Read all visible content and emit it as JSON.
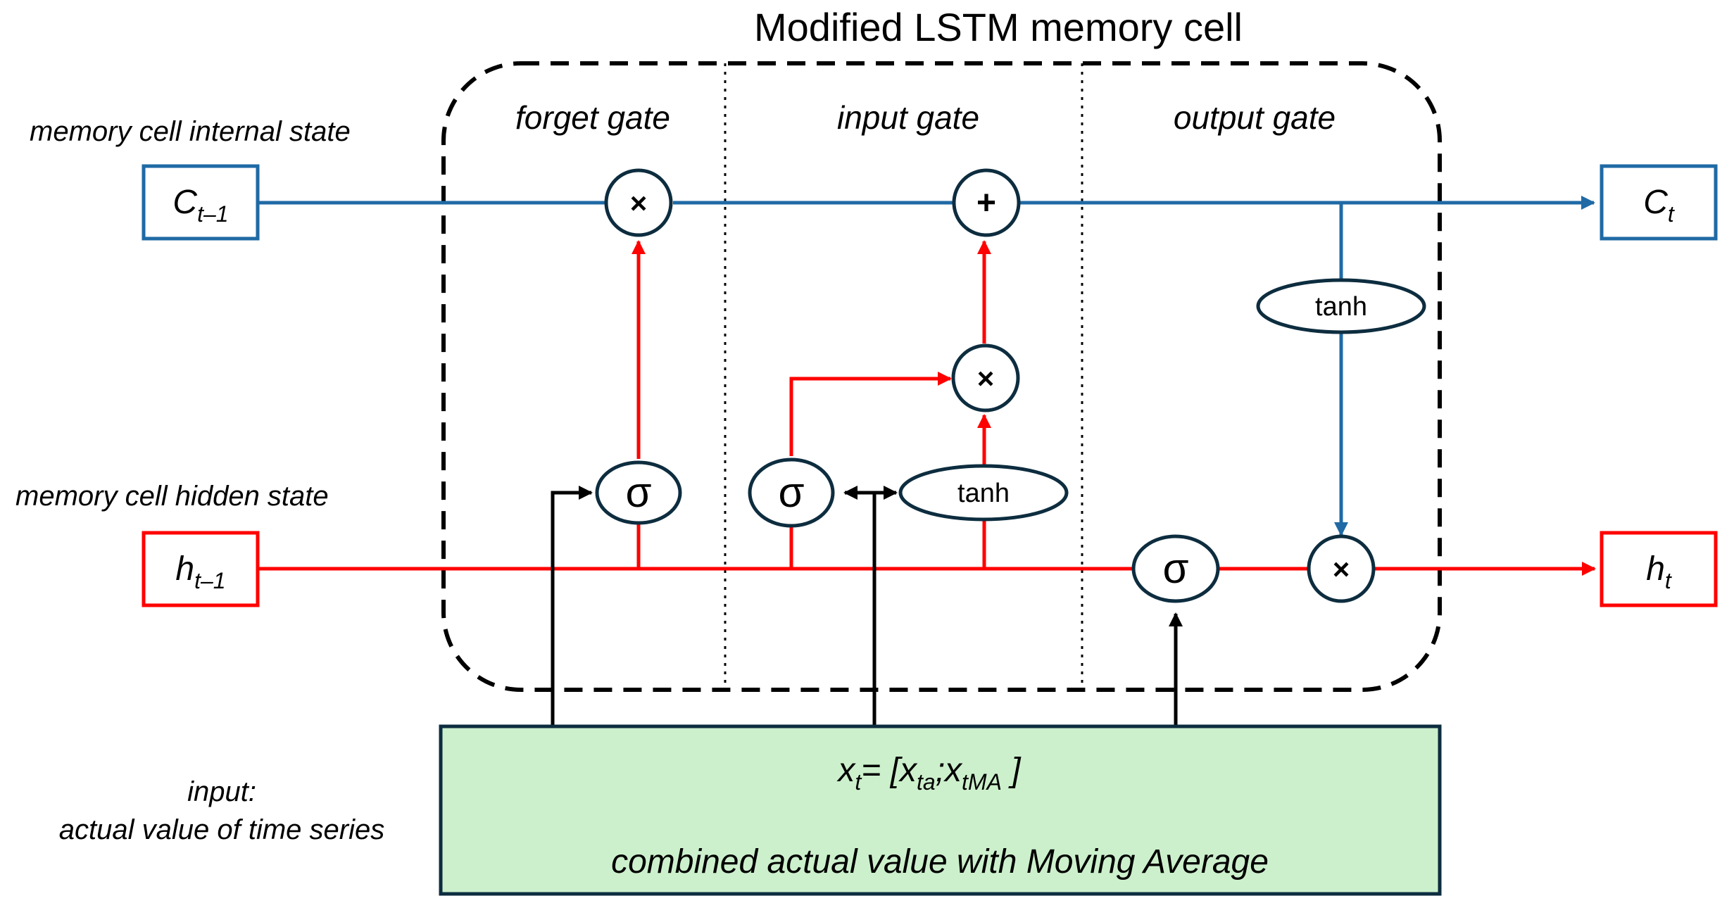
{
  "title": "Modified LSTM memory cell",
  "gates": {
    "forget": "forget gate",
    "input": "input gate",
    "output": "output gate"
  },
  "side_labels": {
    "internal_state": "memory cell internal state",
    "hidden_state": "memory cell hidden state",
    "input_line1": "input:",
    "input_line2": "actual value of time series"
  },
  "states": {
    "c_prev": {
      "base": "C",
      "sub": "t–1"
    },
    "c_next": {
      "base": "C",
      "sub": "t"
    },
    "h_prev": {
      "base": "h",
      "sub": "t–1"
    },
    "h_next": {
      "base": "h",
      "sub": "t"
    }
  },
  "ops": {
    "multiply": "×",
    "add": "+",
    "sigma": "σ",
    "tanh": "tanh"
  },
  "input_box": {
    "formula": {
      "x": "x",
      "t": "t",
      "eq": "= [",
      "ta": "ta",
      "sep": ";",
      "tma": "tMA",
      "close": " ]"
    },
    "caption": "combined actual value with Moving Average"
  },
  "colors": {
    "cell_state": "#1f6aa5",
    "hidden_state": "#ff0000",
    "input": "#000000",
    "input_fill": "#ccf0cc"
  }
}
